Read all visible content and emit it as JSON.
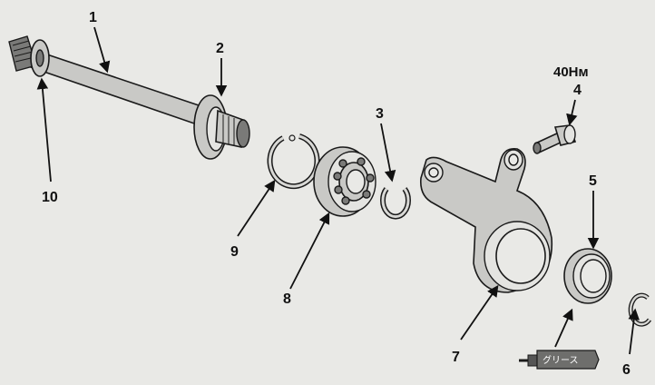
{
  "diagram": {
    "callouts": {
      "c1": "1",
      "c2": "2",
      "c3": "3",
      "c4": "4",
      "c5": "5",
      "c6": "6",
      "c7": "7",
      "c8": "8",
      "c9": "9",
      "c10": "10"
    },
    "torque_label": "40Нм",
    "grease_tube_label": "グリース"
  }
}
